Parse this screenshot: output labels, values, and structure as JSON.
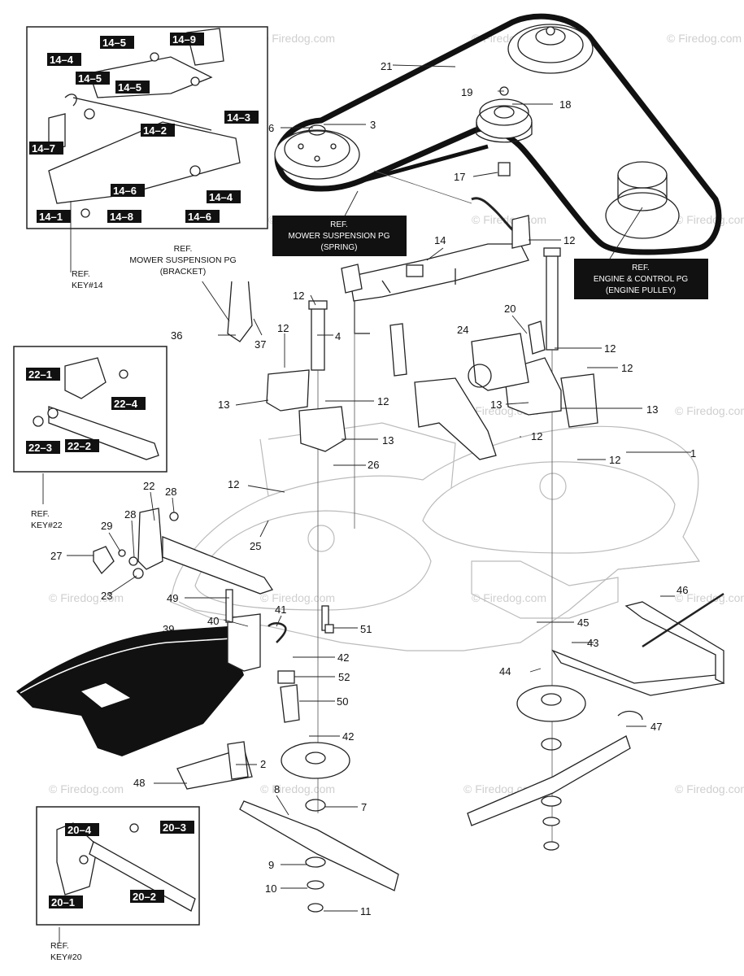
{
  "watermark": "© Firedog.com",
  "parts": [
    "1",
    "2",
    "3",
    "4",
    "6",
    "7",
    "8",
    "9",
    "10",
    "11",
    "12",
    "13",
    "14",
    "17",
    "18",
    "19",
    "20",
    "21",
    "22",
    "23",
    "24",
    "25",
    "26",
    "27",
    "28",
    "29",
    "36",
    "37",
    "39",
    "40",
    "41",
    "42",
    "43",
    "44",
    "45",
    "46",
    "47",
    "48",
    "49",
    "50",
    "51",
    "52"
  ],
  "sub_parts": {
    "key14": [
      "14–5",
      "14–9",
      "14–4",
      "14–5",
      "14–5",
      "14–3",
      "14–2",
      "14–7",
      "14–6",
      "14–4",
      "14–1",
      "14–8",
      "14–6"
    ],
    "key22": [
      "22–1",
      "22–4",
      "22–3",
      "22–2"
    ],
    "key20": [
      "20–4",
      "20–3",
      "20–1",
      "20–2"
    ]
  },
  "ref_boxes": {
    "mower_spring": [
      "REF.",
      "MOWER SUSPENSION PG",
      "(SPRING)"
    ],
    "mower_bracket": [
      "REF.",
      "MOWER SUSPENSION PG",
      "(BRACKET)"
    ],
    "engine_pulley": [
      "REF.",
      "ENGINE & CONTROL PG",
      "(ENGINE PULLEY)"
    ]
  },
  "ref_keys": {
    "key14": [
      "REF.",
      "KEY#14"
    ],
    "key22": [
      "REF.",
      "KEY#22"
    ],
    "key20": [
      "REF.",
      "KEY#20"
    ]
  }
}
